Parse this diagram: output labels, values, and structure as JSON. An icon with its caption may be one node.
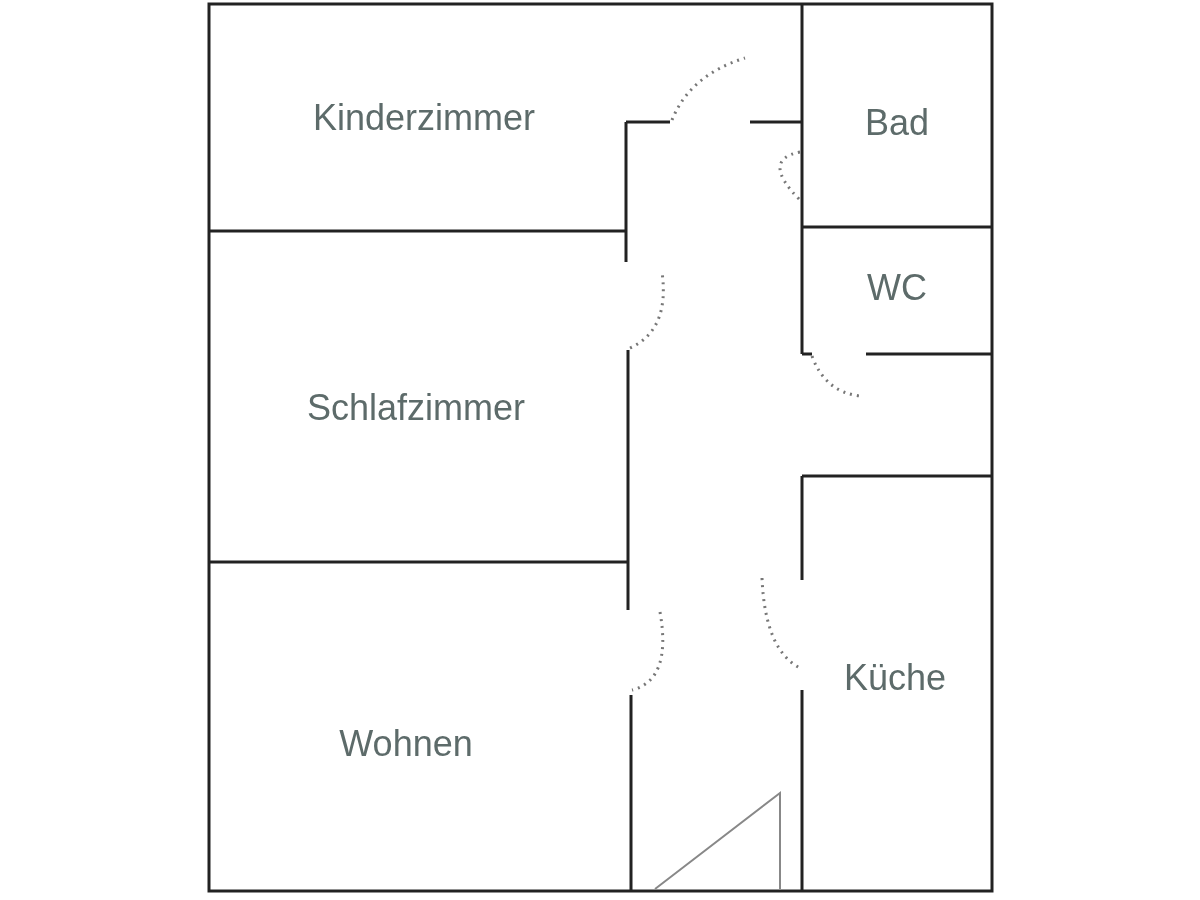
{
  "diagram": {
    "nodes": [
      {
        "text": [
          "Kinderzimmer"
        ]
      },
      {
        "text": [
          "Bad"
        ]
      },
      {
        "text": [
          "WC"
        ]
      },
      {
        "text": [
          "Schlafzimmer"
        ]
      },
      {
        "text": [
          "Küche"
        ]
      },
      {
        "text": [
          "Wohnen"
        ]
      }
    ]
  }
}
